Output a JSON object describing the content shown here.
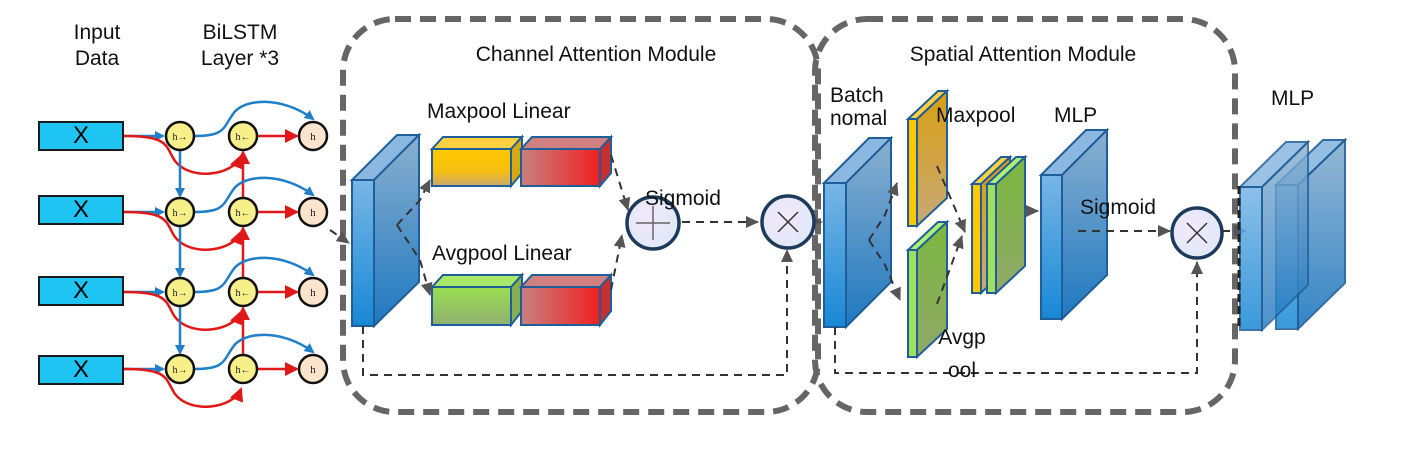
{
  "labels": {
    "input_data": [
      "Input",
      "Data"
    ],
    "bilstm": [
      "BiLSTM",
      "Layer *3"
    ],
    "channel_module_title": "Channel Attention Module",
    "maxpool_linear": "Maxpool Linear",
    "avgpool_linear": "Avgpool Linear",
    "sigmoid_channel": "Sigmoid",
    "spatial_module_title": "Spatial Attention Module",
    "batch_normal": [
      "Batch",
      "nomal"
    ],
    "maxpool_spatial": "Maxpool",
    "mlp_spatial": "MLP",
    "sigmoid_spatial": "Sigmoid",
    "avgpool_spatial": [
      "Avgp",
      "ool"
    ],
    "mlp_output": "MLP"
  },
  "inputs": [
    "X",
    "X",
    "X",
    "X"
  ],
  "lstm_nodes": {
    "forward_symbol": "h→",
    "backward_symbol": "h←",
    "output_symbol": "h"
  },
  "operators": {
    "add": "+",
    "multiply": "×"
  },
  "colors": {
    "input_box": "#1ec4f2",
    "forward_node": "#f7ef8a",
    "output_node": "#fbe3cc",
    "blue_arrow": "#1f7fc8",
    "red_arrow": "#e01818",
    "module_border": "#666666",
    "tensor_blue": "#4a9fd8",
    "maxpool_yellow": "#ffc000",
    "avgpool_green": "#8ed04a",
    "linear_red": "#e04848",
    "operator_fill": "#e6e6f6"
  }
}
